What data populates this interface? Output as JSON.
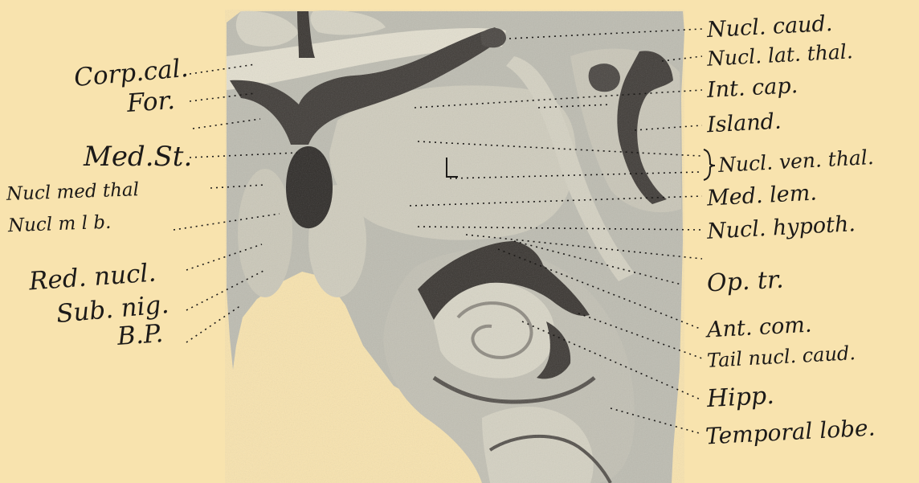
{
  "palette": {
    "paper": "#f8e3ae",
    "tissue": "#bdbcb1",
    "tissue_light": "#d6d3c4",
    "tissue_pale": "#e3dfcf",
    "nucleus_dark": "#403c38",
    "ink": "#1c1a18"
  },
  "labels_left": {
    "corp_cal": "Corp.cal.",
    "for": "For.",
    "med_st": "Med.St.",
    "nucl_med_thal": "Nucl med thal",
    "nucl_m_l_b": "Nucl m l b.",
    "red_nucl": "Red. nucl.",
    "sub_nig": "Sub. nig.",
    "bp": "B.P."
  },
  "labels_right": {
    "nucl_caud": "Nucl. caud.",
    "nucl_lat_thal": "Nucl. lat. thal.",
    "int_cap": "Int. cap.",
    "island": "Island.",
    "nucl_ven_thal": "Nucl. ven. thal.",
    "med_lem": "Med. lem.",
    "nucl_hypoth": "Nucl. hypoth.",
    "op_tr": "Op. tr.",
    "ant_com": "Ant. com.",
    "tail_nucl_caud": "Tail nucl. caud.",
    "hipp": "Hipp.",
    "temporal_lobe": "Temporal lobe."
  }
}
